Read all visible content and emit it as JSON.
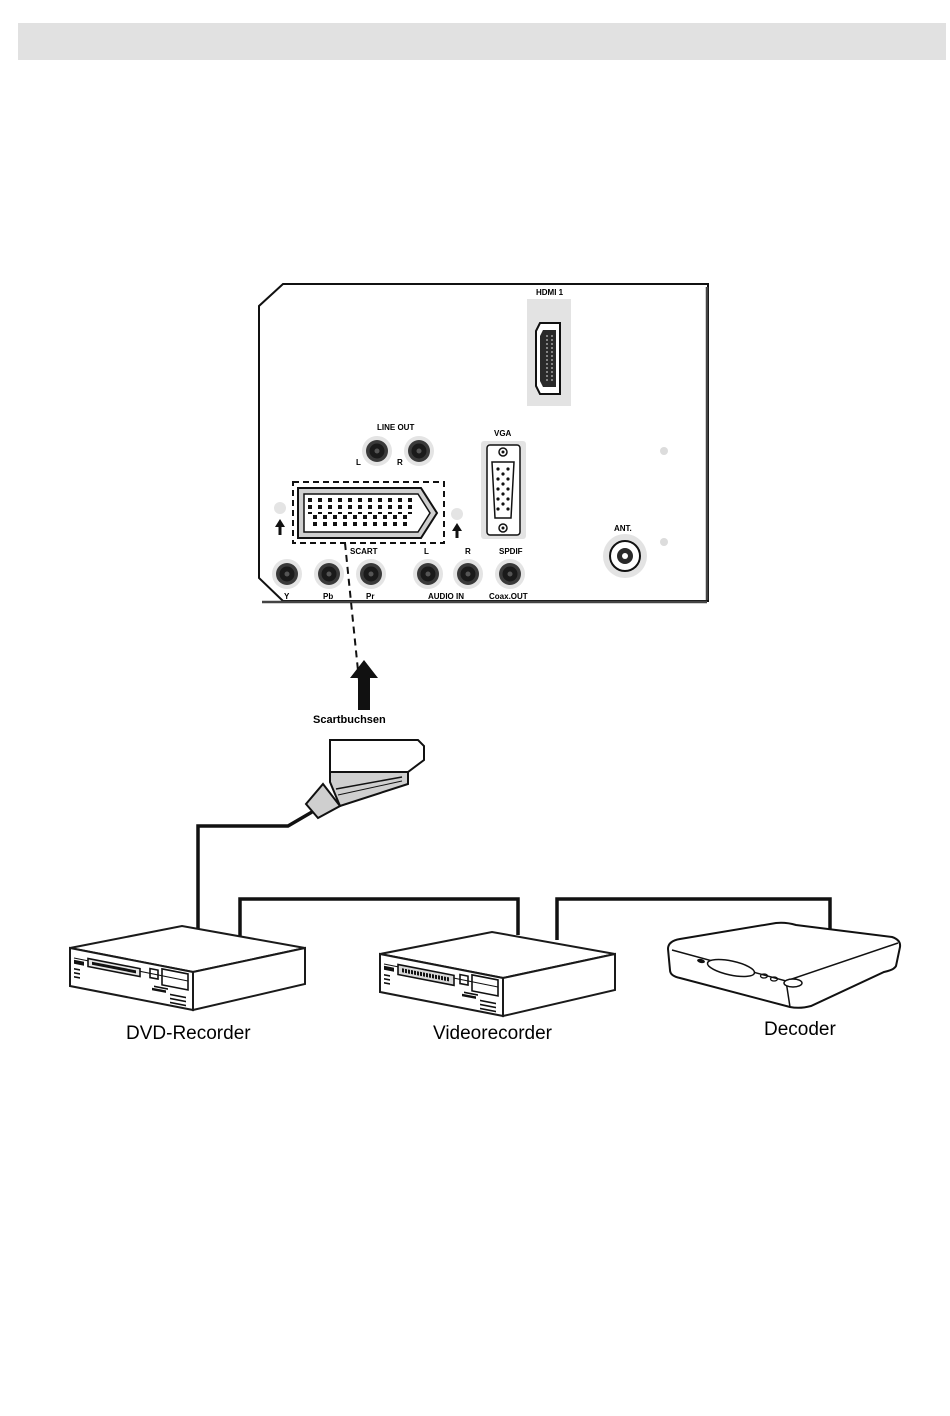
{
  "panel": {
    "hdmi_label": "HDMI 1",
    "line_out_label": "LINE OUT",
    "line_out_left": "L",
    "line_out_right": "R",
    "vga_label": "VGA",
    "ant_label": "ANT.",
    "scart_label": "SCART",
    "audio_l": "L",
    "audio_r": "R",
    "spdif_label": "SPDIF",
    "y_label": "Y",
    "pb_label": "Pb",
    "pr_label": "Pr",
    "audio_in_label": "AUDIO IN",
    "coax_out_label": "Coax.OUT"
  },
  "connector": {
    "label": "Scartbuchsen"
  },
  "devices": {
    "dvd_label": "DVD-Recorder",
    "video_label": "Videorecorder",
    "decoder_label": "Decoder"
  }
}
